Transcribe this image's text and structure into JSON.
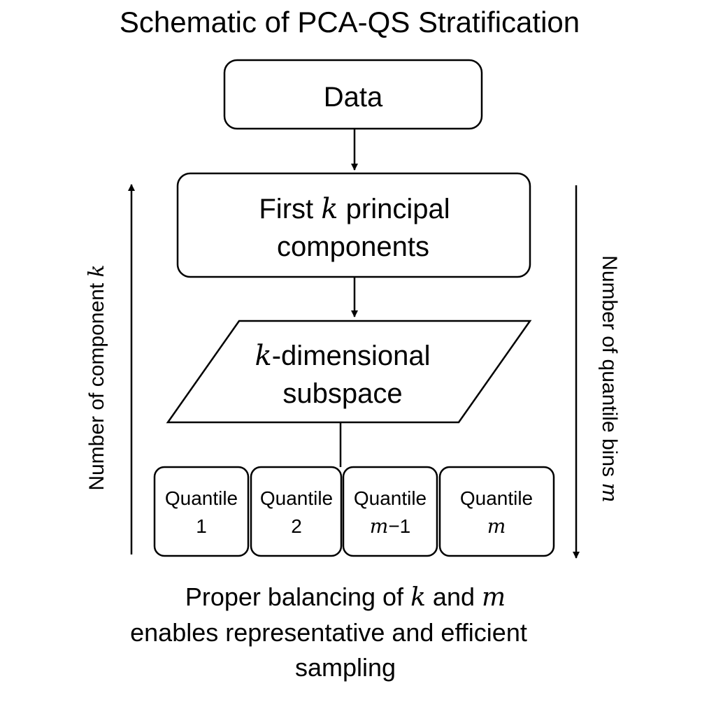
{
  "title": "Schematic of PCA-QS Stratification",
  "nodes": {
    "data": {
      "label": "Data"
    },
    "components": {
      "line1_pre": "First",
      "var": "k",
      "line1_post": "principal",
      "line2": "components"
    },
    "subspace": {
      "var": "k",
      "line1_post": "-dimensional",
      "line2": "subspace"
    }
  },
  "quantiles": [
    {
      "label": "Quantile",
      "index": "1"
    },
    {
      "label": "Quantile",
      "index": "2"
    },
    {
      "label": "Quantile",
      "index_var": "m",
      "index_suffix": "−1"
    },
    {
      "label": "Quantile",
      "index_var": "m",
      "index_suffix": ""
    }
  ],
  "left_axis": {
    "label_pre": "Number of component",
    "var": "k",
    "direction": "up"
  },
  "right_axis": {
    "label_pre": "Number of quantile bins",
    "var": "m",
    "direction": "down"
  },
  "caption": {
    "line1_pre": "Proper balancing of",
    "var1": "k",
    "line1_mid": "and",
    "var2": "m",
    "line2": "enables representative and efficient",
    "line3": "sampling"
  }
}
